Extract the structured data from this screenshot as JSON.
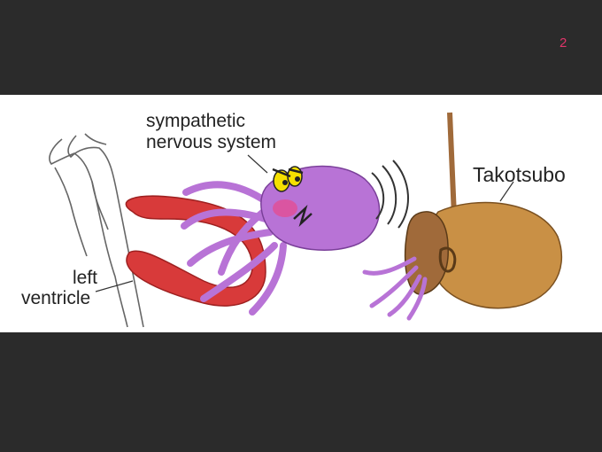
{
  "slide": {
    "page_number": "2"
  },
  "illustration": {
    "label_sympathetic_line1": "sympathetic",
    "label_sympathetic_line2": "nervous system",
    "label_left_line1": "left",
    "label_left_line2": "ventricle",
    "label_takotsubo": "Takotsubo"
  },
  "colors": {
    "background": "#2b2b2b",
    "page_number": "#e0356a",
    "octopus": "#b873d6",
    "ventricle": "#d83a3a",
    "pot": "#c99045",
    "eyes": "#f5e000"
  },
  "icons": [
    "octopus-icon",
    "heart-outline-icon",
    "takotsubo-pot-icon"
  ]
}
